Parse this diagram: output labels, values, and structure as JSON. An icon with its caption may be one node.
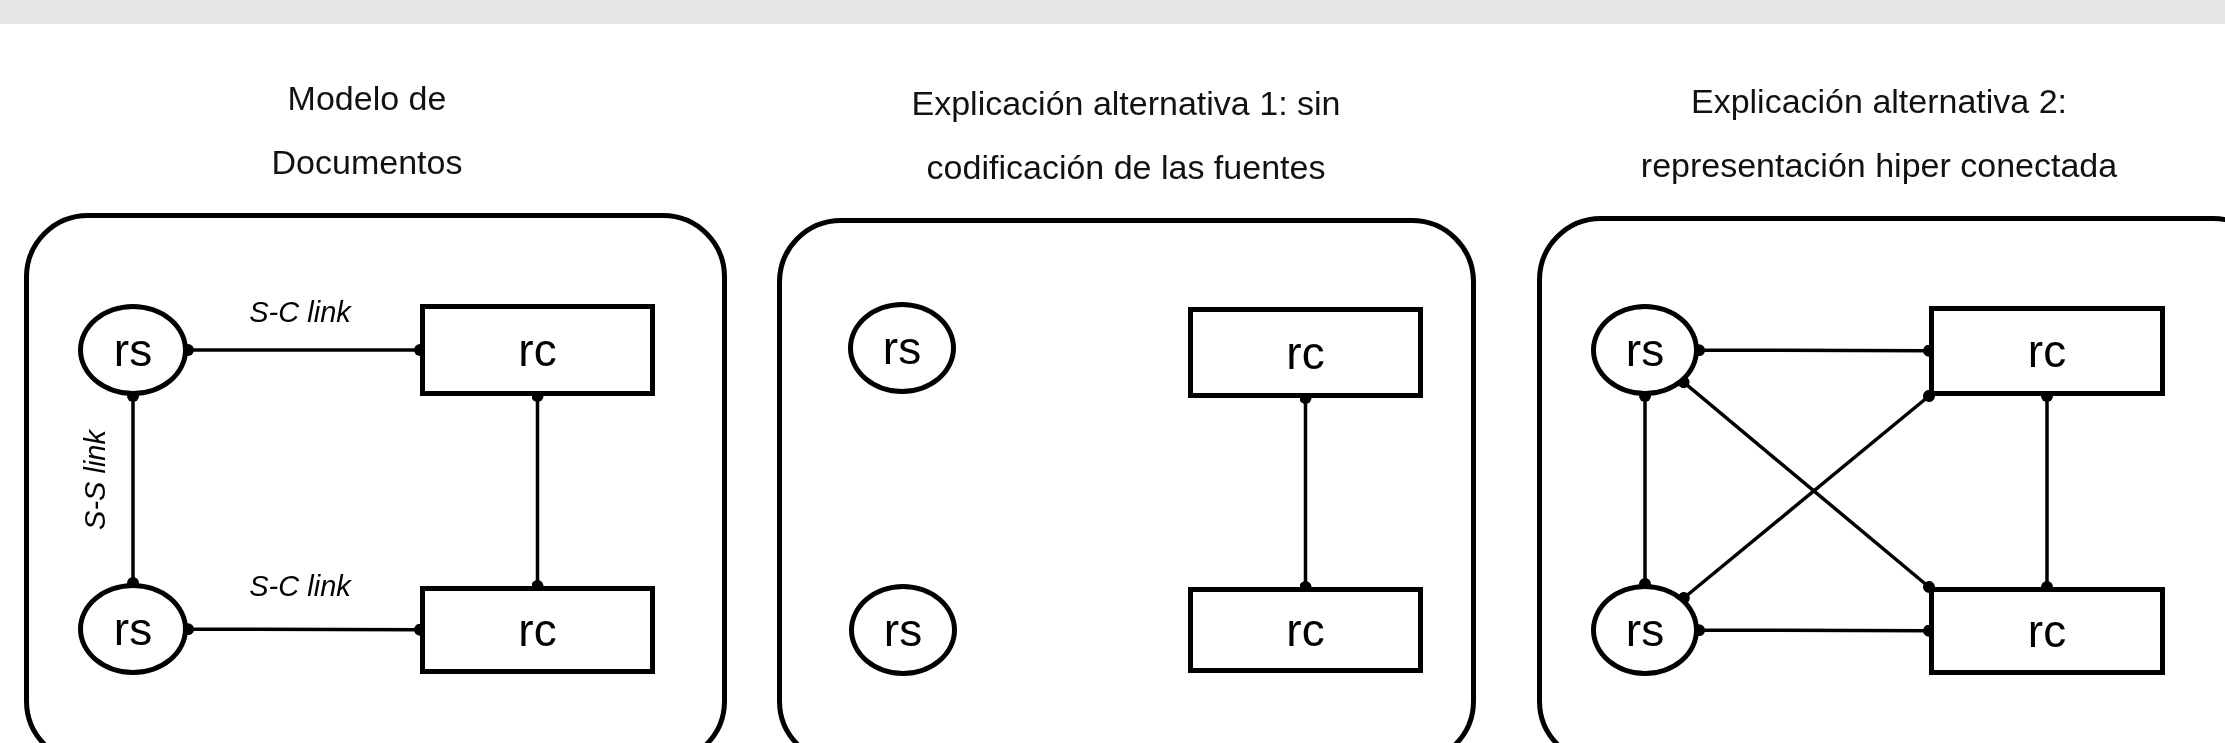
{
  "diagram": {
    "nodes": [
      {
        "text": [
          "Modelo de Documentos"
        ]
      },
      {
        "text": [
          "rs"
        ],
        "in": 0
      },
      {
        "text": [
          "rc"
        ],
        "in": 0
      },
      {
        "text": [
          "rs"
        ],
        "in": 0
      },
      {
        "text": [
          "rc"
        ],
        "in": 0
      },
      {
        "text": [
          "Explicación alternativa 1: sin codificación de las fuentes"
        ]
      },
      {
        "text": [
          "rs"
        ],
        "in": 5
      },
      {
        "text": [
          "rc"
        ],
        "in": 5
      },
      {
        "text": [
          "rs"
        ],
        "in": 5
      },
      {
        "text": [
          "rc"
        ],
        "in": 5
      },
      {
        "text": [
          "Explicación alternativa 2: representación hiper conectada"
        ]
      },
      {
        "text": [
          "rs"
        ],
        "in": 10
      },
      {
        "text": [
          "rc"
        ],
        "in": 10
      },
      {
        "text": [
          "rs"
        ],
        "in": 10
      },
      {
        "text": [
          "rc"
        ],
        "in": 10
      }
    ],
    "edges": [
      {
        "from": 1,
        "to": 2,
        "arrow": "other",
        "label": "S-C link"
      },
      {
        "from": 1,
        "to": 3,
        "arrow": "other",
        "label": "S-S link"
      },
      {
        "from": 3,
        "to": 4,
        "arrow": "other",
        "label": "S-C link"
      },
      {
        "from": 2,
        "to": 4,
        "arrow": "other"
      },
      {
        "from": 7,
        "to": 9,
        "arrow": "other"
      },
      {
        "from": 11,
        "to": 12,
        "arrow": "other"
      },
      {
        "from": 11,
        "to": 13,
        "arrow": "other"
      },
      {
        "from": 11,
        "to": 14,
        "arrow": "other"
      },
      {
        "from": 12,
        "to": 13,
        "arrow": "other"
      },
      {
        "from": 12,
        "to": 14,
        "arrow": "other"
      },
      {
        "from": 13,
        "to": 14,
        "arrow": "other"
      }
    ]
  }
}
